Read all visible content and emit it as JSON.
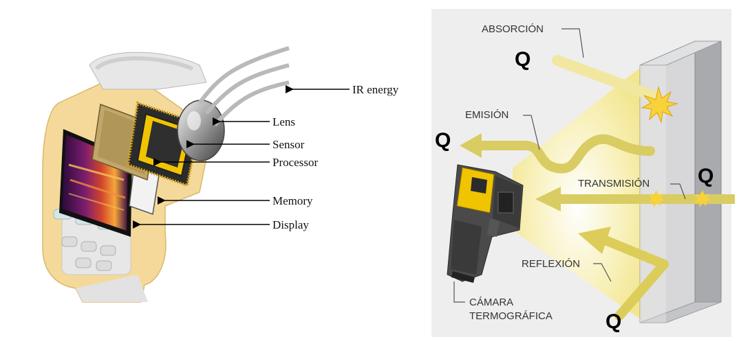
{
  "left_diagram": {
    "labels": {
      "ir_energy": "IR energy",
      "lens": "Lens",
      "sensor": "Sensor",
      "processor": "Processor",
      "memory": "Memory",
      "display": "Display"
    }
  },
  "right_diagram": {
    "labels": {
      "absorcion": "ABSORCIÓN",
      "emision": "EMISIÓN",
      "transmision": "TRANSMISIÓN",
      "reflexion": "REFLEXIÓN",
      "camara_line1": "CÁMARA",
      "camara_line2": "TERMOGRÁFICA"
    },
    "heat_symbol": "Q"
  },
  "colors": {
    "panel_bg": "#eeeeef",
    "beam_yellow": "#f6ec9a",
    "arrow_yellow": "#dccd5a",
    "camera_yellow": "#f0c400",
    "camera_body": "#4a4a4a",
    "glass": "#cfd0d3",
    "thermal_hot": "#f7c05a"
  }
}
